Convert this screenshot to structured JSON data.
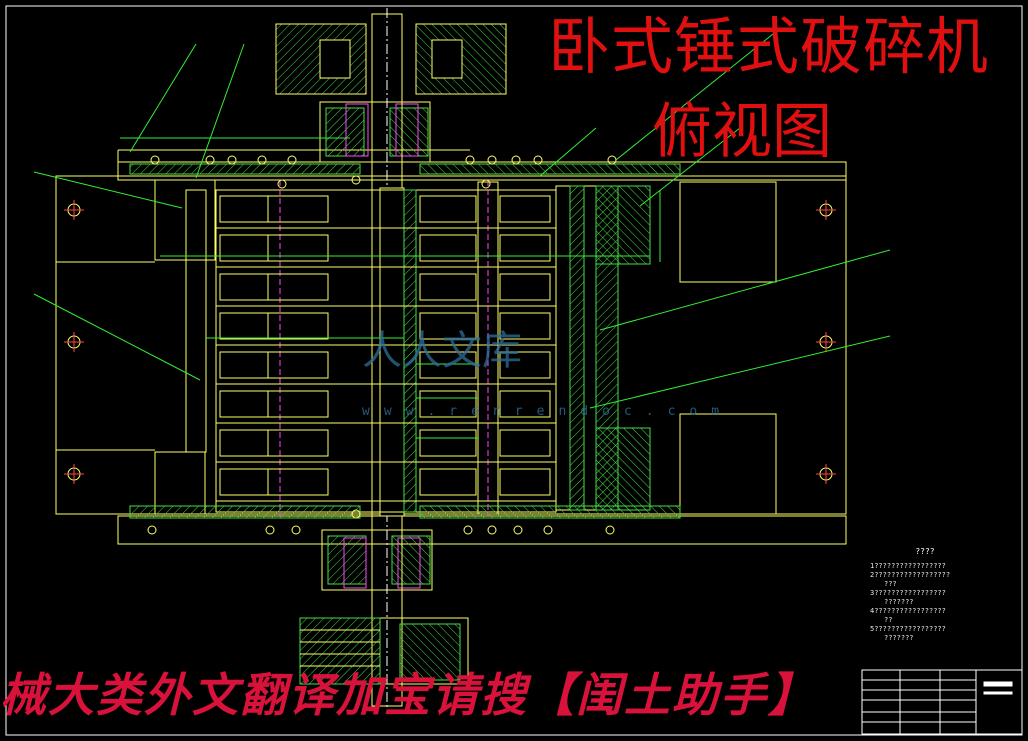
{
  "drawing": {
    "title": "卧式锤式破碎机",
    "subtitle": "俯视图"
  },
  "banner": {
    "text": "械大类外文翻译加宝请搜【闺土助手】"
  },
  "watermark": {
    "logo_text": "人人文库",
    "url_text": "www.renrendoc.com"
  },
  "tech_notes": {
    "heading": "????",
    "lines": [
      "1?????????????????",
      "2??????????????????",
      "???",
      "3?????????????????",
      "???????",
      "4?????????????????",
      "??",
      "5?????????????????",
      "???????"
    ]
  },
  "colors": {
    "outline": "#ffff66",
    "section": "#44dd44",
    "leader": "#33ee33",
    "title": "#e01010",
    "banner": "#d8123a",
    "background": "#000000"
  }
}
